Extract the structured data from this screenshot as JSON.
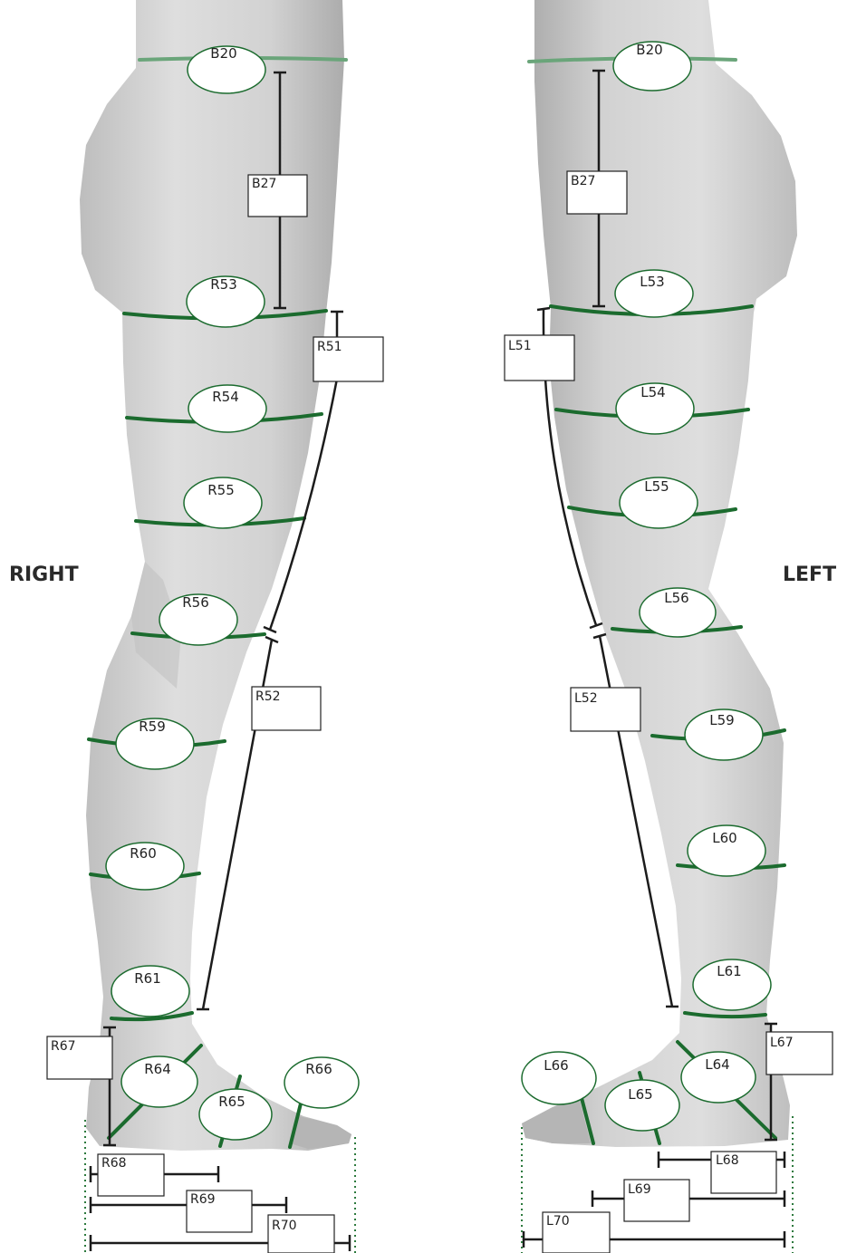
{
  "side_labels": {
    "right": "RIGHT",
    "left": "LEFT"
  },
  "colors": {
    "leg": "#cfcfcf",
    "leg_shadow": "#a9a9a9",
    "circumference": "#1b6b2e",
    "circumference_top": "#6aa57a",
    "length_line": "#1c1c1c",
    "label_outline": "#1b6b2e",
    "dotted": "#2d7a3e"
  },
  "right_leg": {
    "circumference_labels": [
      "B20",
      "R53",
      "R54",
      "R55",
      "R56",
      "R59",
      "R60",
      "R61",
      "R64",
      "R65",
      "R66"
    ],
    "length_labels": [
      "B27",
      "R51",
      "R52",
      "R67",
      "R68",
      "R69",
      "R70"
    ]
  },
  "left_leg": {
    "circumference_labels": [
      "B20",
      "L53",
      "L54",
      "L55",
      "L56",
      "L59",
      "L60",
      "L61",
      "L64",
      "L65",
      "L66"
    ],
    "length_labels": [
      "B27",
      "L51",
      "L52",
      "L67",
      "L68",
      "L69",
      "L70"
    ]
  }
}
